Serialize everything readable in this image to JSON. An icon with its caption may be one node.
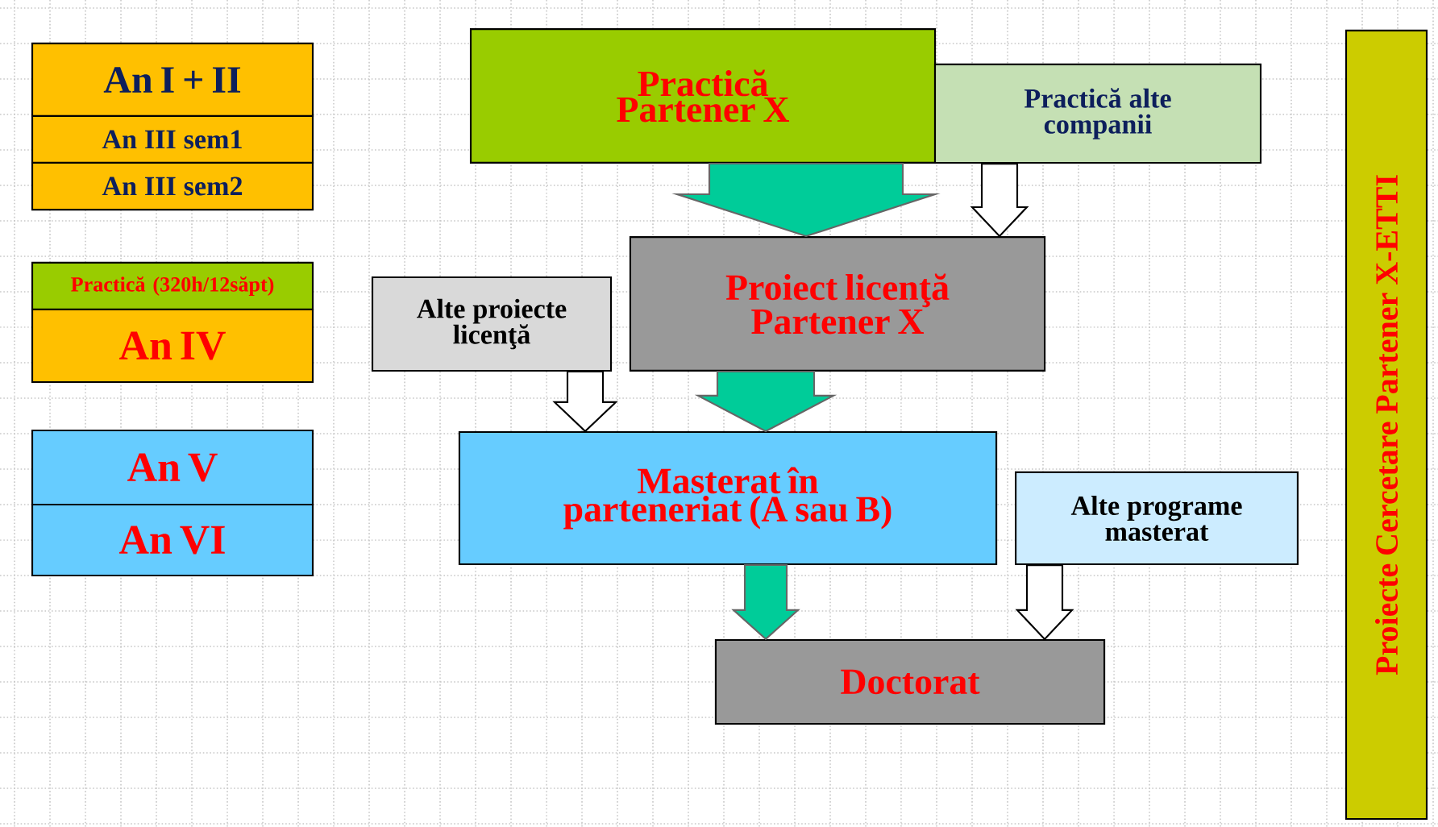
{
  "diagram": {
    "nodes": [
      {
        "text": [
          "An I + II"
        ]
      },
      {
        "text": [
          "An III sem1"
        ]
      },
      {
        "text": [
          "An III sem2"
        ]
      },
      {
        "text": [
          "Practică (320h/12săpt)"
        ]
      },
      {
        "text": [
          "An IV"
        ]
      },
      {
        "text": [
          "An V"
        ]
      },
      {
        "text": [
          "An VI"
        ]
      },
      {
        "text": [
          "Practică Partener X"
        ]
      },
      {
        "text": [
          "Practică alte companii"
        ]
      },
      {
        "text": [
          "Proiect licenţă Partener X"
        ]
      },
      {
        "text": [
          "Alte proiecte licenţă"
        ]
      },
      {
        "text": [
          "Masterat în parteneriat (A sau B)"
        ]
      },
      {
        "text": [
          "Alte programe masterat"
        ]
      },
      {
        "text": [
          "Doctorat"
        ]
      },
      {
        "text": [
          "Proiecte Cercetare Partener X-ETTI"
        ]
      }
    ],
    "edges": [
      {
        "from": 7,
        "to": 9,
        "arrow": "to",
        "color": "#00cc99"
      },
      {
        "from": 8,
        "to": 9,
        "arrow": "to",
        "color": "#ffffff"
      },
      {
        "from": 10,
        "to": 11,
        "arrow": "to",
        "color": "#ffffff"
      },
      {
        "from": 9,
        "to": 11,
        "arrow": "to",
        "color": "#00cc99"
      },
      {
        "from": 11,
        "to": 13,
        "arrow": "to",
        "color": "#00cc99"
      },
      {
        "from": 12,
        "to": 13,
        "arrow": "to",
        "color": "#ffffff"
      }
    ]
  }
}
